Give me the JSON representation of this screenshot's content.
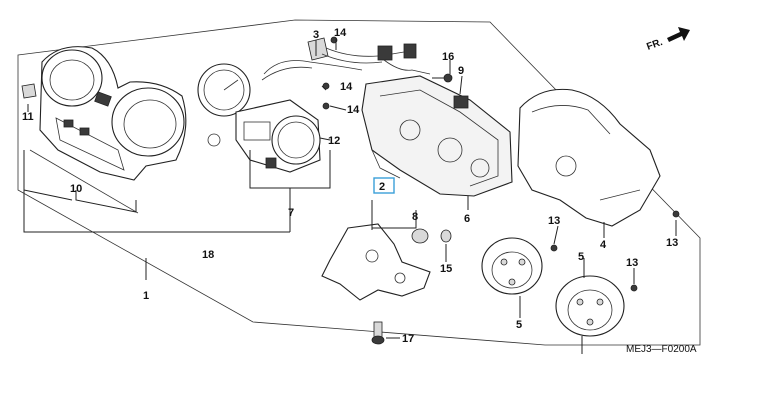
{
  "diagram": {
    "direction_label": "FR.",
    "reference_code": "MEJ3—F0200A",
    "highlight_color": "#3aa0d8",
    "callouts": {
      "c1": "1",
      "c2": "2",
      "c3": "3",
      "c4": "4",
      "c5a": "5",
      "c5b": "5",
      "c6": "6",
      "c7": "7",
      "c8": "8",
      "c9": "9",
      "c10": "10",
      "c11": "11",
      "c12": "12",
      "c13a": "13",
      "c13b": "13",
      "c13c": "13",
      "c14a": "14",
      "c14b": "14",
      "c14c": "14",
      "c15": "15",
      "c16": "16",
      "c17": "17",
      "c18": "18"
    }
  }
}
